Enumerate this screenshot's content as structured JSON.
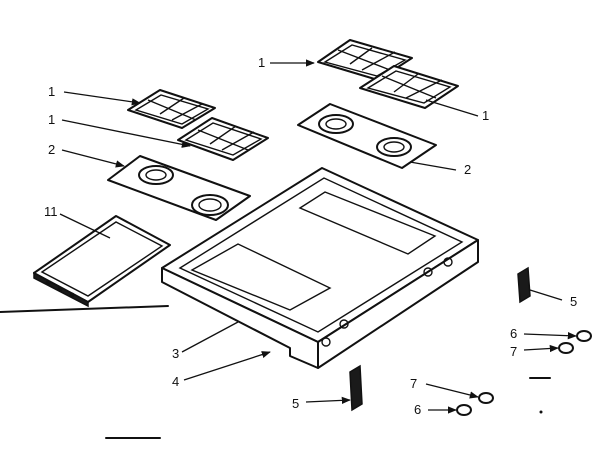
{
  "labels": {
    "l1a": "1",
    "l1b": "1",
    "l1c": "1",
    "l1d": "1",
    "l2a": "2",
    "l2b": "2",
    "l11": "11",
    "l3": "3",
    "l4": "4",
    "l5a": "5",
    "l5b": "5",
    "l6a": "6",
    "l6b": "6",
    "l7a": "7",
    "l7b": "7"
  }
}
